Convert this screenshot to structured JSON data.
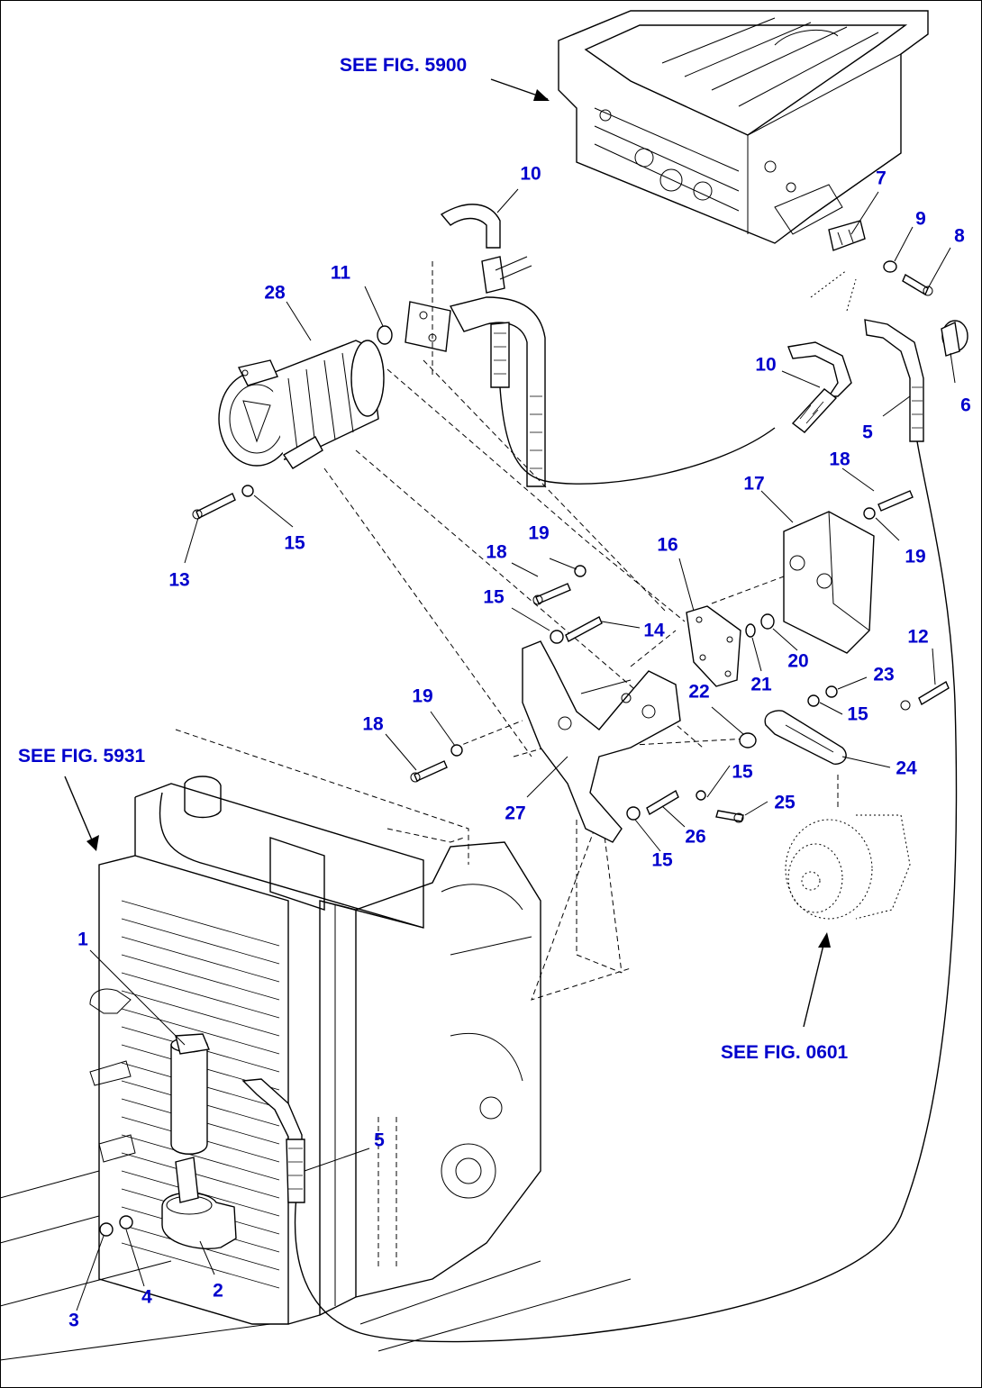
{
  "see_refs": [
    "SEE FIG. 5900",
    "SEE FIG. 5931",
    "SEE FIG. 0601"
  ],
  "callouts": [
    "10",
    "7",
    "9",
    "8",
    "11",
    "28",
    "10",
    "5",
    "6",
    "18",
    "17",
    "19",
    "16",
    "19",
    "18",
    "15",
    "14",
    "20",
    "21",
    "12",
    "23",
    "22",
    "15",
    "24",
    "19",
    "18",
    "15",
    "25",
    "27",
    "26",
    "15",
    "15",
    "13",
    "1",
    "5",
    "3",
    "4",
    "2"
  ],
  "colors": {
    "callout_text": "#0000cc",
    "line_art": "#000000",
    "background": "#ffffff"
  }
}
